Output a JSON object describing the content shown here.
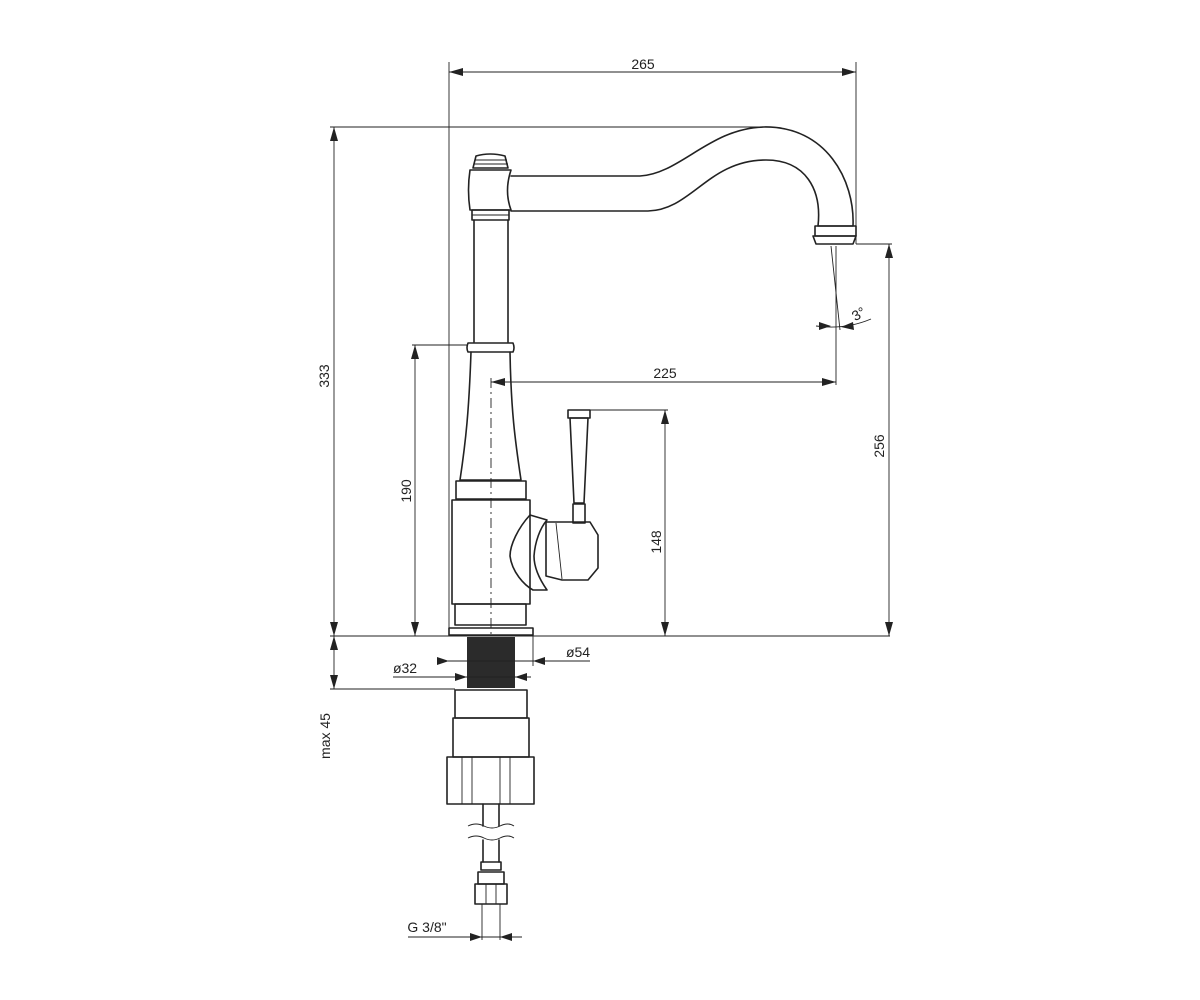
{
  "dimensions": {
    "width_265": "265",
    "height_333": "333",
    "height_190": "190",
    "reach_225": "225",
    "height_256": "256",
    "height_148": "148",
    "angle_3": "3°",
    "dia_54": "ø54",
    "dia_32": "ø32",
    "max_45": "max 45",
    "thread": "G 3/8\""
  },
  "colors": {
    "line": "#222222",
    "hose": "#2b2b2b"
  }
}
